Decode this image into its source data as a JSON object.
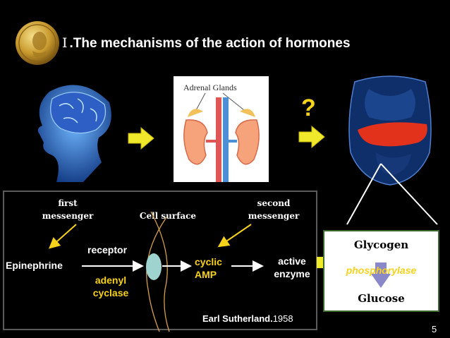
{
  "title": {
    "numeral": "Ⅰ",
    "text": ".The mechanisms of the action of hormones"
  },
  "images": {
    "medal": "nobel-medal-icon",
    "brain": "brain-head-icon",
    "adrenal": "adrenal-glands-kidneys-icon",
    "liver": "liver-torso-icon"
  },
  "adrenal_label": "Adrenal Glands",
  "question_mark": "?",
  "diagram": {
    "first_messenger": [
      "first",
      "messenger"
    ],
    "cell_surface": "Cell surface",
    "second_messenger": [
      "second",
      "messenger"
    ],
    "epinephrine": "Epinephrine",
    "receptor": "receptor",
    "adenyl_cyclase": [
      "adenyl",
      "cyclase"
    ],
    "cyclic_amp": [
      "cyclic",
      "AMP"
    ],
    "active_enzyme": [
      "active",
      "enzyme"
    ],
    "author_name": "Earl Sutherland.",
    "author_year": "1958"
  },
  "reaction": {
    "glycogen": "Glycogen",
    "enzyme": "phosphorylase",
    "glucose": "Glucose"
  },
  "colors": {
    "accent": "#f7d21b",
    "background": "#000000",
    "receptor": "#9fd3d0",
    "box_border": "#3d6a2c"
  },
  "page_number": "5"
}
